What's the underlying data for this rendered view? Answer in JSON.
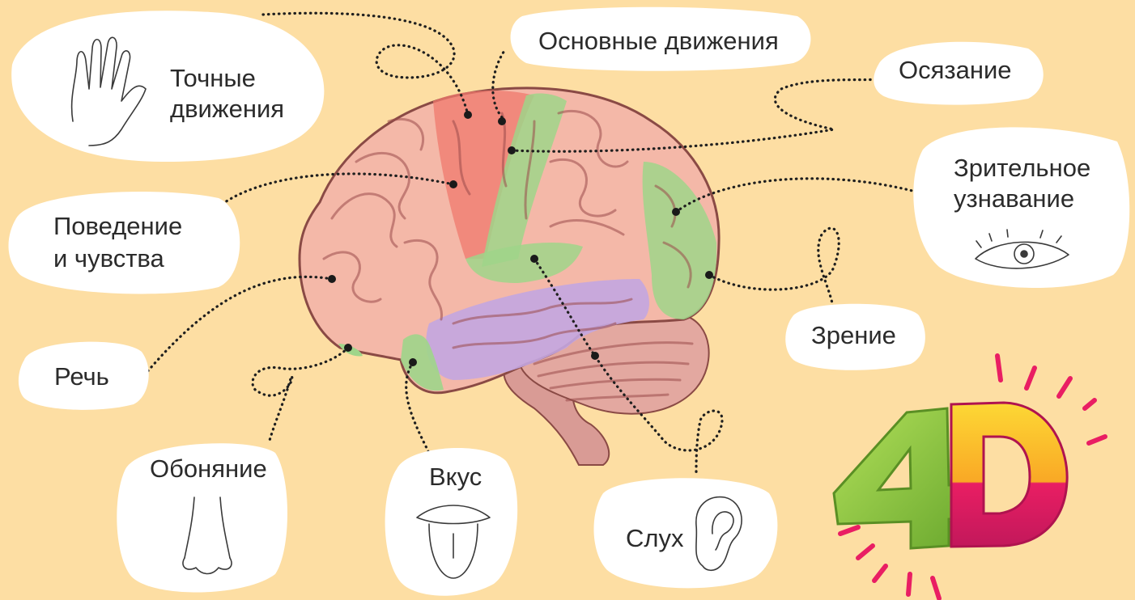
{
  "labels": {
    "fine_motor": [
      "Точные",
      "движения"
    ],
    "basic_motor": "Основные движения",
    "touch": "Осязание",
    "visual_recognition": [
      "Зрительное",
      "узнавание"
    ],
    "behavior": [
      "Поведение",
      "и чувства"
    ],
    "speech": "Речь",
    "vision": "Зрение",
    "smell": "Обоняние",
    "taste": "Вкус",
    "hearing": "Слух"
  },
  "logo": {
    "text": "4D",
    "digit_color": "#8bc53f",
    "letter_color_top": "#fbc02d",
    "letter_color_bottom": "#e91e63",
    "ray_color": "#e91e63"
  },
  "colors": {
    "background": "#fddea3",
    "brain_base": "#f4b8a8",
    "motor_region": "#f07a6e",
    "sensory_region": "#9fd58a",
    "temporal_region": "#c3a6e0",
    "cerebellum": "#d99b95"
  },
  "icons": [
    "hand-icon",
    "eye-icon",
    "nose-icon",
    "mouth-icon",
    "ear-icon"
  ]
}
